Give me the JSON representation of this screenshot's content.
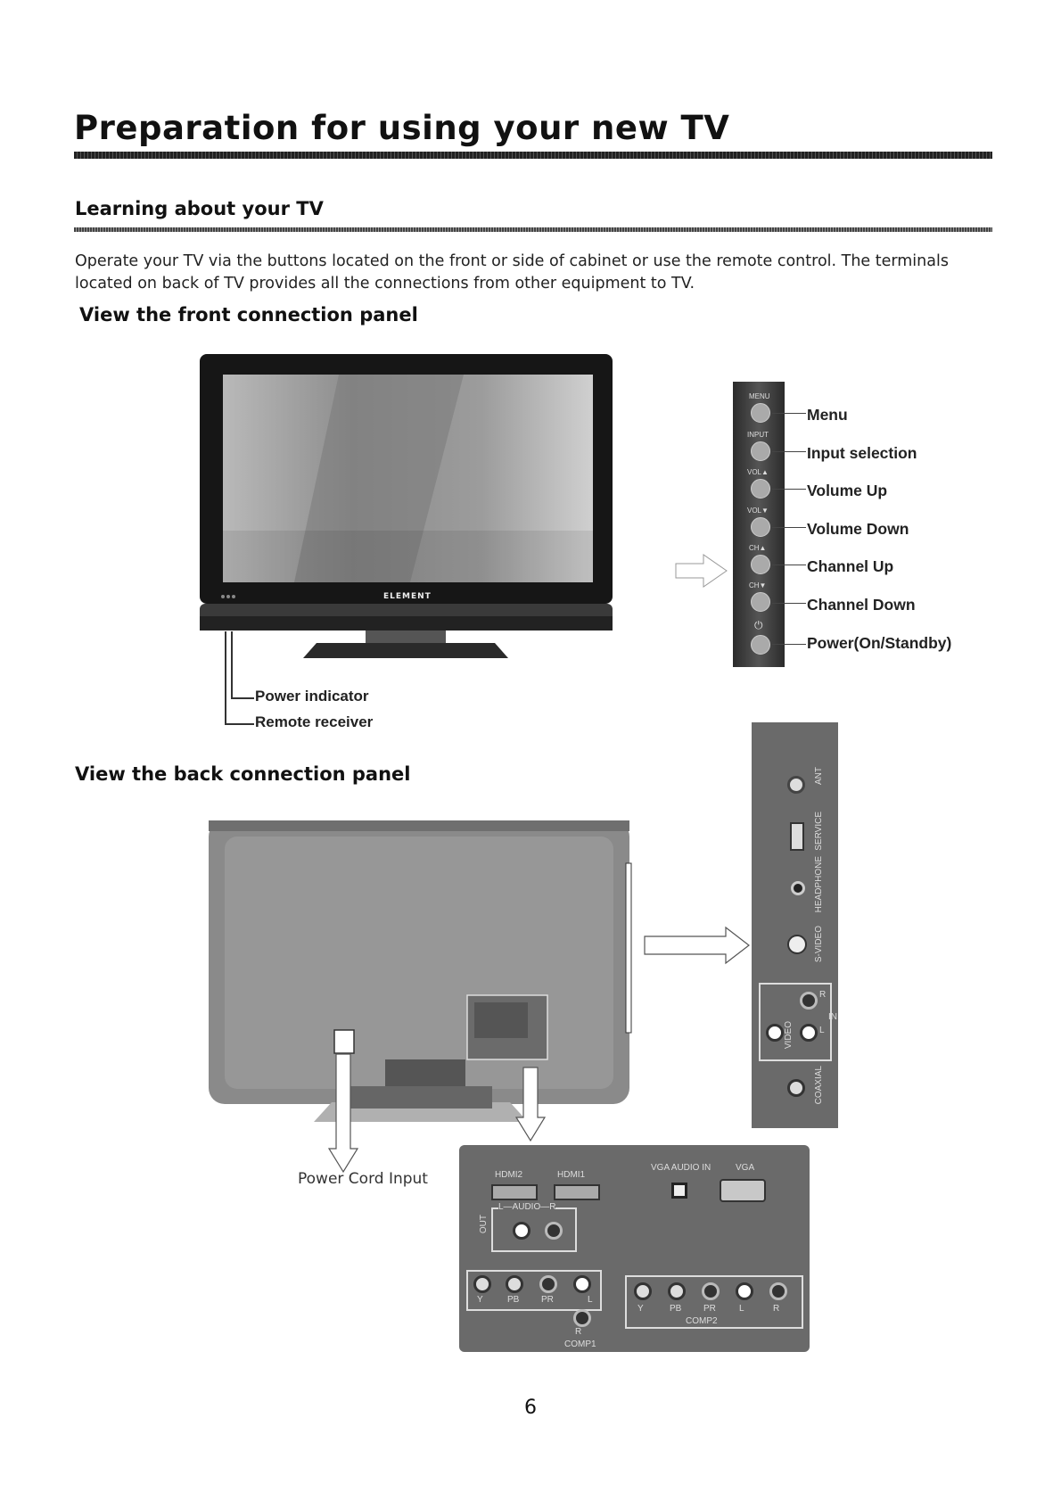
{
  "page": {
    "title": "Preparation for using your new TV",
    "section_title": "Learning about your TV",
    "intro": "Operate your TV via the buttons located on the front or side of cabinet or use the remote control. The terminals located on back of TV provides all the connections from other equipment to TV.",
    "page_number": "6"
  },
  "front_panel": {
    "heading": "View the front connection panel",
    "brand": "ELEMENT",
    "labels": {
      "power_indicator": "Power  indicator",
      "remote_receiver": "Remote receiver"
    },
    "side_strip_labels": [
      "MENU",
      "INPUT",
      "VOL▲",
      "VOL▼",
      "CH▲",
      "CH▼",
      "⏻"
    ],
    "buttons": [
      "Menu",
      "Input selection",
      "Volume Up",
      "Volume Down",
      "Channel Up",
      "Channel Down",
      "Power(On/Standby)"
    ]
  },
  "back_panel": {
    "heading": "View the back connection panel",
    "power_cord_label": "Power Cord Input",
    "side_ports": {
      "ant": "ANT",
      "service": "SERVICE",
      "headphone": "HEADPHONE",
      "svideo": "S-VIDEO",
      "video": "VIDEO",
      "l": "L",
      "r": "R",
      "in": "IN",
      "coaxial": "COAXIAL"
    },
    "rear_ports": {
      "hdmi2": "HDMI2",
      "hdmi1": "HDMI1",
      "vga_audio_in": "VGA AUDIO IN",
      "vga": "VGA",
      "audio_out": "L—AUDIO—R",
      "out": "OUT",
      "y": "Y",
      "pb": "PB",
      "pr": "PR",
      "l": "L",
      "r": "R",
      "comp1": "COMP1",
      "comp2": "COMP2"
    }
  }
}
